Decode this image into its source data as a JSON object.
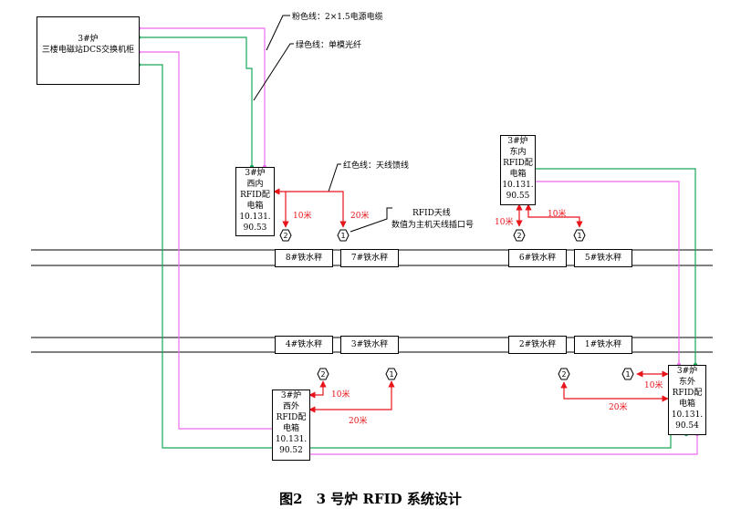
{
  "legend": {
    "pink": "粉色线：2×1.5电源电缆",
    "green": "绿色线：单模光纤",
    "red": "红色线：天线馈线",
    "antenna_line1": "RFID天线",
    "antenna_line2": "数值为主机天线插口号"
  },
  "dcs": {
    "line1": "3#炉",
    "line2": "三楼电磁站DCS交换机柜"
  },
  "boxes": {
    "west_in": {
      "l1": "3#炉",
      "l2": "西内",
      "l3": "RFID配",
      "l4": "电箱",
      "l5": "10.131.",
      "l6": "90.53"
    },
    "east_in": {
      "l1": "3#炉",
      "l2": "东内",
      "l3": "RFID配",
      "l4": "电箱",
      "l5": "10.131.",
      "l6": "90.55"
    },
    "west_out": {
      "l1": "3#炉",
      "l2": "西外",
      "l3": "RFID配",
      "l4": "电箱",
      "l5": "10.131.",
      "l6": "90.52"
    },
    "east_out": {
      "l1": "3#炉",
      "l2": "东外",
      "l3": "RFID配",
      "l4": "电箱",
      "l5": "10.131.",
      "l6": "90.54"
    }
  },
  "scales": {
    "s8": "8#铁水秤",
    "s7": "7#铁水秤",
    "s6": "6#铁水秤",
    "s5": "5#铁水秤",
    "s4": "4#铁水秤",
    "s3": "3#铁水秤",
    "s2": "2#铁水秤",
    "s1": "1#铁水秤"
  },
  "antennas": {
    "a1": "1",
    "a2": "2"
  },
  "distances": {
    "ten": "10米",
    "twenty": "20米"
  },
  "caption": "图2　3 号炉 RFID 系统设计",
  "colors": {
    "pink": "#ee6cee",
    "green": "#1aa75a",
    "red": "#e8141a",
    "black": "#000000"
  }
}
